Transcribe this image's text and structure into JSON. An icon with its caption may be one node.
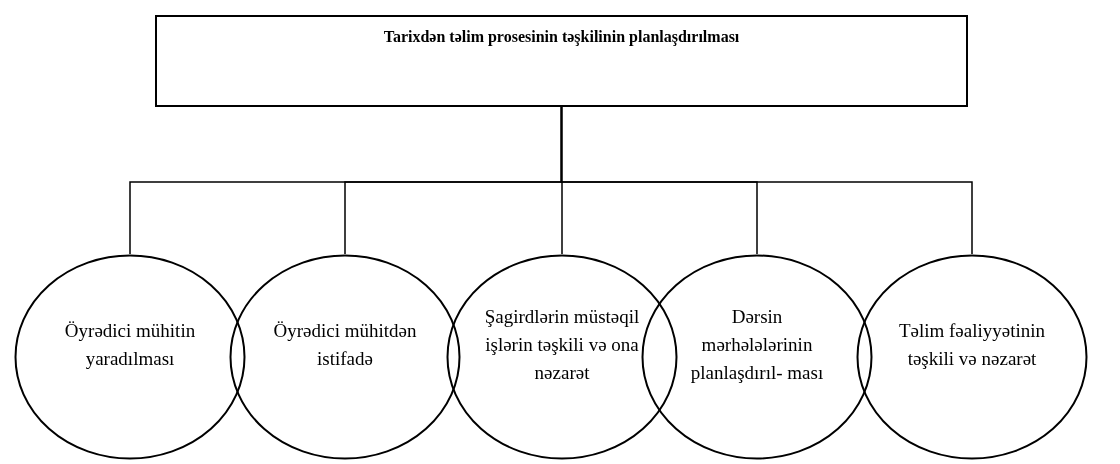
{
  "diagram": {
    "nodes": [
      {
        "text": [
          "Tarixdən təlim prosesinin təşkilinin planlaşdırılması"
        ]
      },
      {
        "text": [
          "Öyrədici mühitin yaradılması"
        ]
      },
      {
        "text": [
          "Öyrədici mühitdən istifadə"
        ]
      },
      {
        "text": [
          "Şagirdlərin müstəqil işlərin təşkili və ona nəzarət"
        ]
      },
      {
        "text": [
          "Dərsin mərhələlərinin planlaşdırıl- ması"
        ]
      },
      {
        "text": [
          "Təlim fəaliyyətinin təşkili və nəzarət"
        ]
      }
    ],
    "edges": [
      {
        "from": 0,
        "to": 1,
        "arrow": "none"
      },
      {
        "from": 0,
        "to": 2,
        "arrow": "none"
      },
      {
        "from": 0,
        "to": 3,
        "arrow": "none"
      },
      {
        "from": 0,
        "to": 4,
        "arrow": "none"
      },
      {
        "from": 0,
        "to": 5,
        "arrow": "none"
      }
    ]
  }
}
